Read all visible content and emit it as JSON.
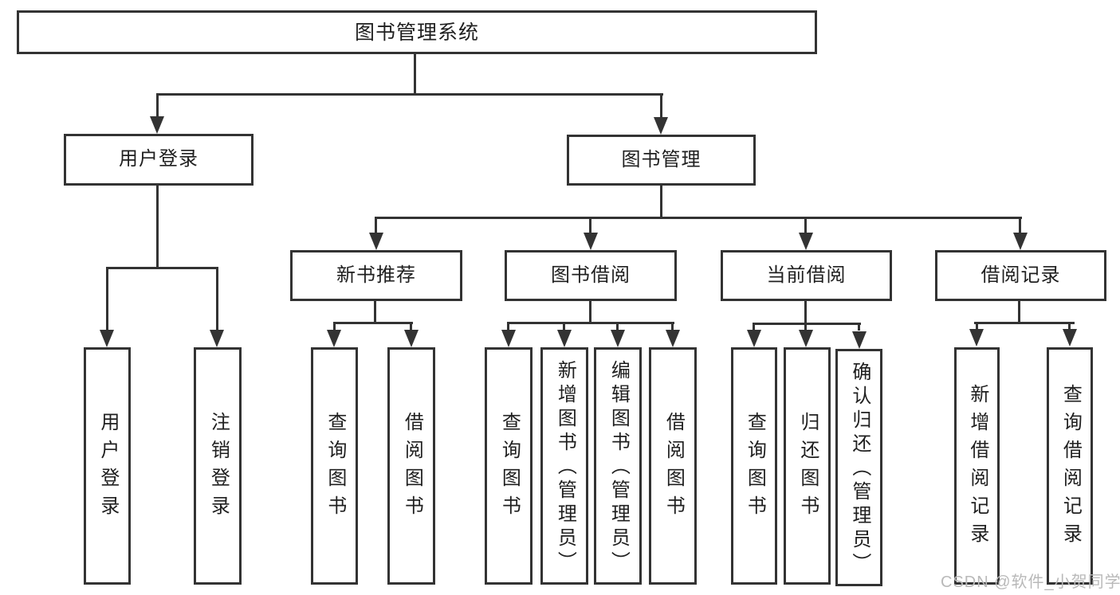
{
  "diagram": {
    "type": "tree",
    "root": {
      "label": "图书管理系统"
    },
    "branches": [
      {
        "label": "用户登录",
        "children": [
          {
            "label": "用户登录"
          },
          {
            "label": "注销登录"
          }
        ]
      },
      {
        "label": "图书管理",
        "children": [
          {
            "label": "新书推荐",
            "children": [
              {
                "label": "查询图书"
              },
              {
                "label": "借阅图书"
              }
            ]
          },
          {
            "label": "图书借阅",
            "children": [
              {
                "label": "查询图书"
              },
              {
                "label": "新增图书（管理员）"
              },
              {
                "label": "编辑图书（管理员）"
              },
              {
                "label": "借阅图书"
              }
            ]
          },
          {
            "label": "当前借阅",
            "children": [
              {
                "label": "查询图书"
              },
              {
                "label": "归还图书"
              },
              {
                "label": "确认归还（管理员）"
              }
            ]
          },
          {
            "label": "借阅记录",
            "children": [
              {
                "label": "新增借阅记录"
              },
              {
                "label": "查询借阅记录"
              }
            ]
          }
        ]
      }
    ],
    "watermark": "CSDN @软件_小贺同学",
    "colors": {
      "line": "#333333",
      "text": "#1f1f1f",
      "box_fill": "#ffffff",
      "background": "#ffffff",
      "watermark": "#b9b9b9"
    }
  }
}
